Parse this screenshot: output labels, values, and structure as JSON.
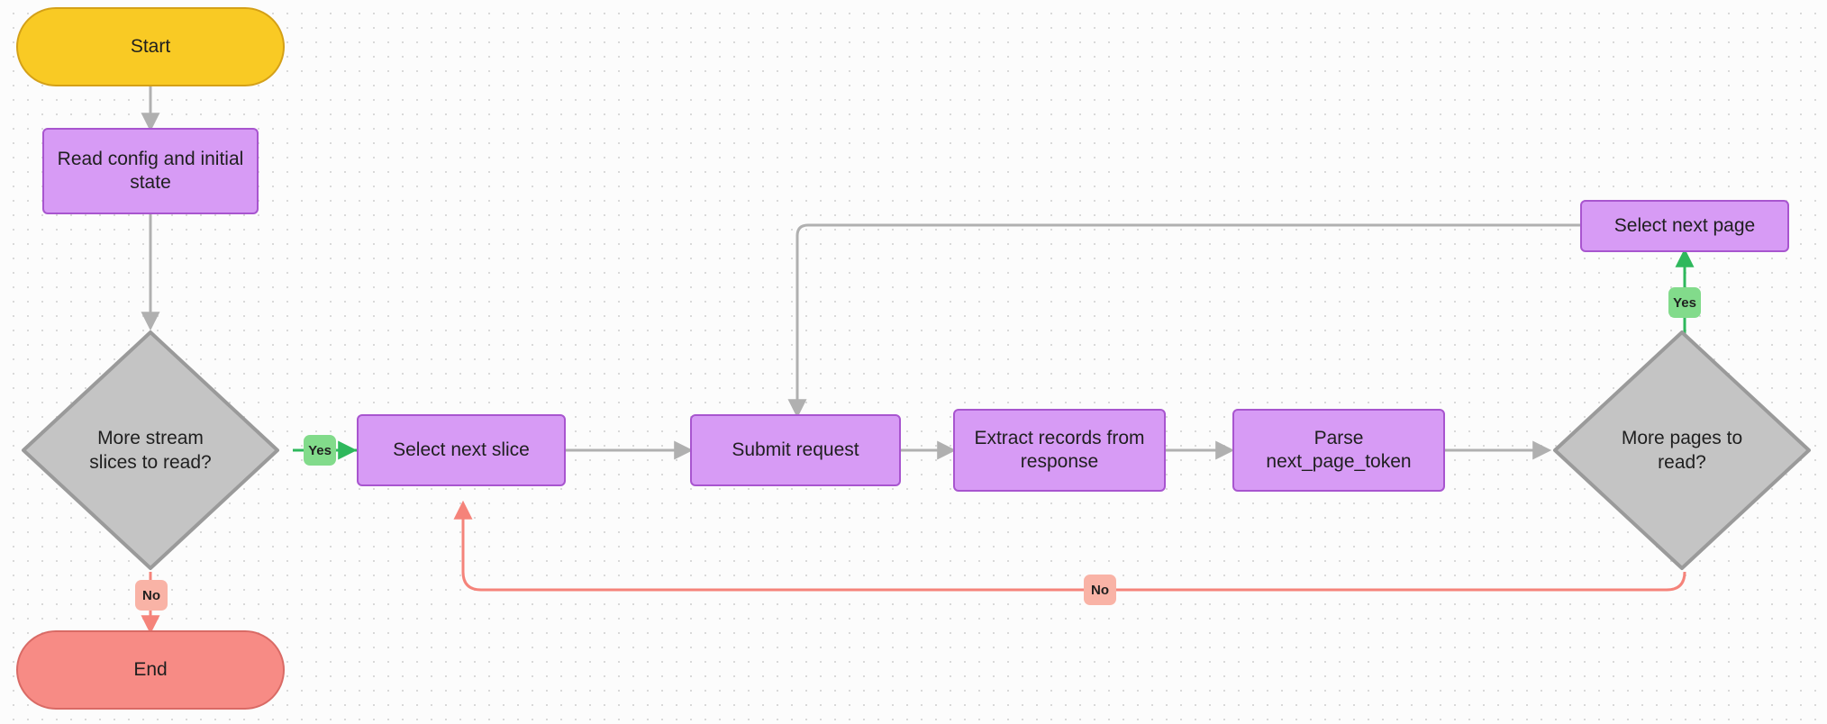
{
  "diagram": {
    "title": "Stream read pagination flowchart",
    "background": "#fcfcfc",
    "grid_dot_color": "#d9d9d9",
    "colors": {
      "start_fill": "#f9ca24",
      "start_stroke": "#d4a017",
      "end_fill": "#f78b85",
      "end_stroke": "#d96a65",
      "process_fill": "#d79bf5",
      "process_stroke": "#a855cf",
      "decision_fill": "#c4c4c4",
      "decision_stroke": "#9a9a9a",
      "edge_default": "#b0b0b0",
      "edge_yes": "#2eb85c",
      "edge_no": "#f5837a",
      "label_yes_bg": "#82db8b",
      "label_no_bg": "#f9b3a6",
      "text": "#1f1f1f"
    }
  },
  "nodes": {
    "start": {
      "label": "Start"
    },
    "read_config": {
      "label": "Read config and initial\nstate"
    },
    "more_slices": {
      "label": "More stream\nslices to read?"
    },
    "end": {
      "label": "End"
    },
    "select_slice": {
      "label": "Select next slice"
    },
    "submit_request": {
      "label": "Submit request"
    },
    "extract_records": {
      "label": "Extract records from\nresponse"
    },
    "parse_token": {
      "label": "Parse\nnext_page_token"
    },
    "more_pages": {
      "label": "More pages to\nread?"
    },
    "select_page": {
      "label": "Select next page"
    }
  },
  "edge_labels": {
    "slices_yes": "Yes",
    "slices_no": "No",
    "pages_yes": "Yes",
    "pages_no": "No"
  }
}
